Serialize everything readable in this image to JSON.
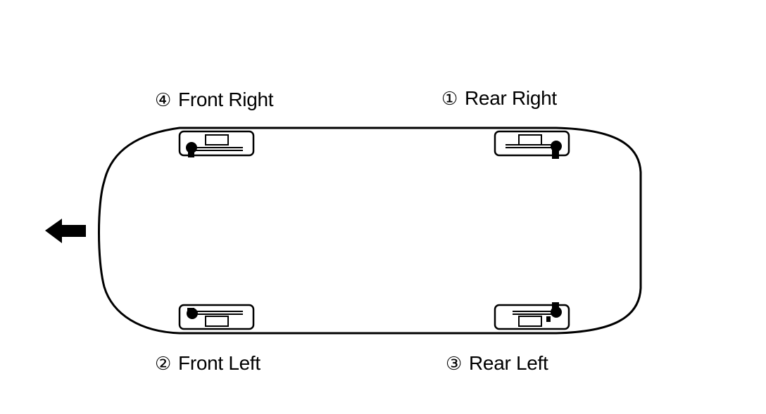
{
  "labels": {
    "front_right": {
      "number": "④",
      "text": "Front Right"
    },
    "rear_right": {
      "number": "①",
      "text": "Rear Right"
    },
    "front_left": {
      "number": "②",
      "text": "Front Left"
    },
    "rear_left": {
      "number": "③",
      "text": "Rear Left"
    }
  },
  "icons": {
    "direction": "forward-arrow-icon",
    "wheel": "wheel-sensor-icon"
  },
  "colors": {
    "ink": "#000000",
    "background": "#ffffff"
  }
}
